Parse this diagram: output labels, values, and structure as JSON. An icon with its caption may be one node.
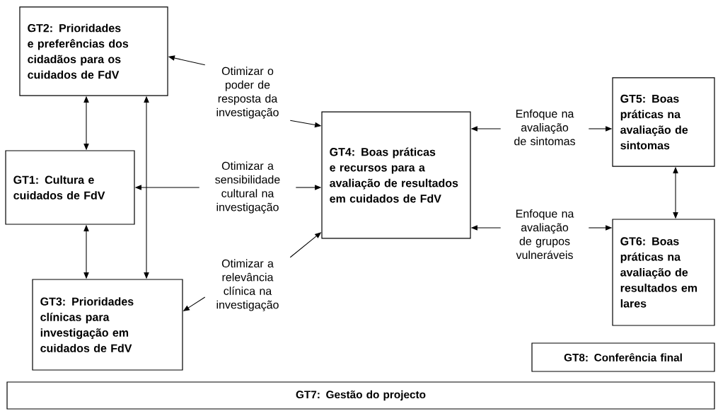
{
  "diagram": {
    "nodes": [
      {
        "text": [
          "GT2: Prioridades e preferências dos cidadãos para os cuidados de FdV"
        ]
      },
      {
        "text": [
          "GT1: Cultura e cuidados de FdV"
        ]
      },
      {
        "text": [
          "GT3: Prioridades clínicas para investigação em cuidados de FdV"
        ]
      },
      {
        "text": [
          "Otimizar o poder de resposta da investigação"
        ]
      },
      {
        "text": [
          "Otimizar a sensibilidade cultural na investigação"
        ]
      },
      {
        "text": [
          "Otimizar a relevância clínica na investigação"
        ]
      },
      {
        "text": [
          "GT4: Boas práticas e recursos para a avaliação de resultados em cuidados de FdV"
        ]
      },
      {
        "text": [
          "Enfoque na avaliação de sintomas"
        ]
      },
      {
        "text": [
          "Enfoque na avaliação de grupos vulneráveis"
        ]
      },
      {
        "text": [
          "GT5: Boas práticas na avaliação de sintomas"
        ]
      },
      {
        "text": [
          "GT6: Boas práticas na avaliação de resultados em lares"
        ]
      },
      {
        "text": [
          "GT8: Conferência final"
        ]
      },
      {
        "text": [
          "GT7: Gestão do projecto"
        ]
      }
    ],
    "edges": [
      {
        "from": 0,
        "to": 1,
        "arrow": "both"
      },
      {
        "from": 0,
        "to": 2,
        "arrow": "both"
      },
      {
        "from": 1,
        "to": 2,
        "arrow": "both"
      },
      {
        "from": 3,
        "to": 0,
        "arrow": "to"
      },
      {
        "from": 3,
        "to": 6,
        "arrow": "to"
      },
      {
        "from": 4,
        "to": 1,
        "arrow": "to"
      },
      {
        "from": 4,
        "to": 6,
        "arrow": "to"
      },
      {
        "from": 5,
        "to": 2,
        "arrow": "to"
      },
      {
        "from": 5,
        "to": 6,
        "arrow": "to"
      },
      {
        "from": 7,
        "to": 6,
        "arrow": "to"
      },
      {
        "from": 7,
        "to": 9,
        "arrow": "to"
      },
      {
        "from": 8,
        "to": 6,
        "arrow": "to"
      },
      {
        "from": 8,
        "to": 10,
        "arrow": "to"
      },
      {
        "from": 9,
        "to": 10,
        "arrow": "both"
      }
    ]
  }
}
